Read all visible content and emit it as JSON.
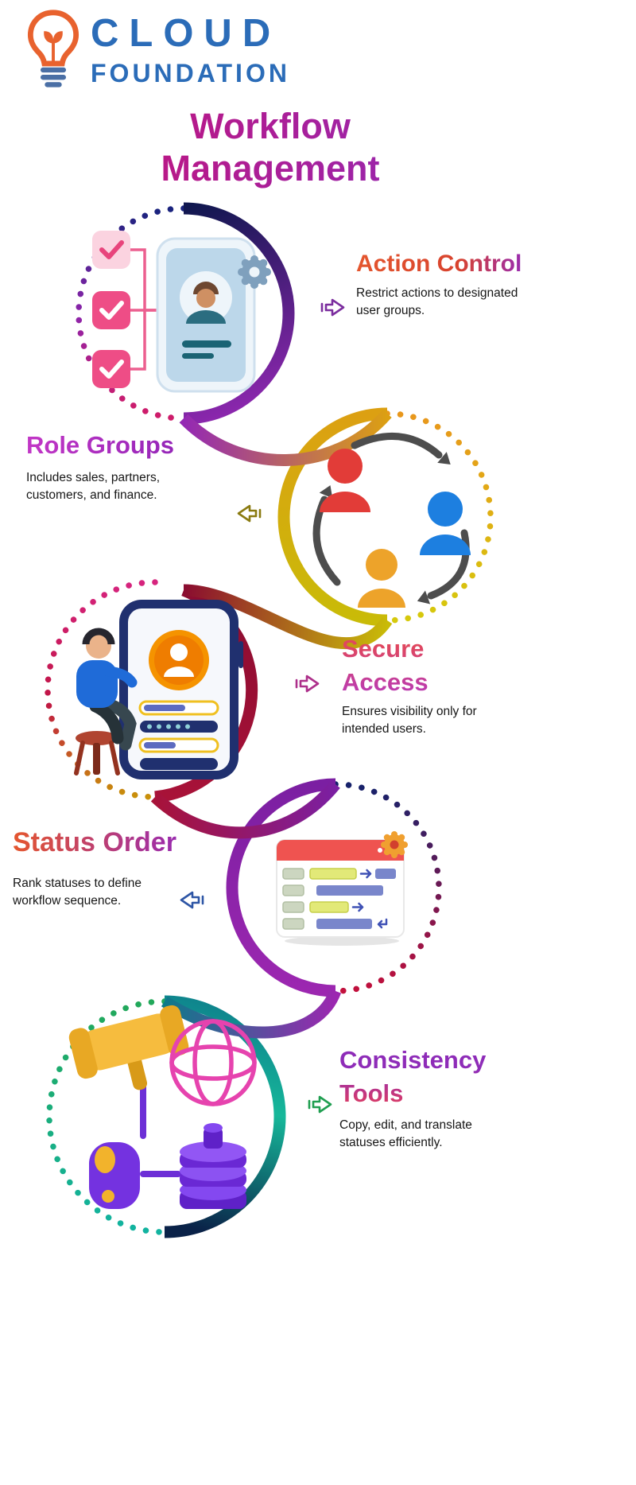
{
  "brand": {
    "line1": "CLOUD",
    "line2": "FOUNDATION",
    "icon": "lightbulb-icon",
    "text_color": "#2b6cb8",
    "icon_color": "#e8622e"
  },
  "title": {
    "line1": "Workflow",
    "line2": "Management",
    "gradient": [
      "#c0157f",
      "#8f2bb8"
    ]
  },
  "sections": [
    {
      "id": "action-control",
      "title_lines": [
        "Action Control"
      ],
      "description": "Restrict actions to designated user groups.",
      "side": "right",
      "arrow_direction": "right",
      "arrow_color": "#7b2d9e",
      "title_colors": [
        "#e4562e",
        "#9a2bae"
      ],
      "ring_colors": [
        "#1a237e",
        "#8e24aa",
        "#d81b60"
      ],
      "illustration": "checklist-profile-phone"
    },
    {
      "id": "role-groups",
      "title_lines": [
        "Role Groups"
      ],
      "description": "Includes sales, partners, customers, and finance.",
      "side": "left",
      "arrow_direction": "left",
      "arrow_color": "#8a7a10",
      "title_colors": [
        "#c236c6",
        "#9526b8"
      ],
      "ring_colors": [
        "#e8971c",
        "#d6c90c"
      ],
      "illustration": "user-cycle"
    },
    {
      "id": "secure-access",
      "title_lines": [
        "Secure",
        "Access"
      ],
      "description": "Ensures visibility only for intended users.",
      "side": "right",
      "arrow_direction": "right",
      "arrow_color": "#ad2f8a",
      "title_colors": [
        "#e0475e",
        "#bb3bb0"
      ],
      "ring_colors": [
        "#d6247e",
        "#8a0c30",
        "#c9900a"
      ],
      "illustration": "login-phone-person"
    },
    {
      "id": "status-order",
      "title_lines": [
        "Status Order"
      ],
      "description": "Rank statuses to define workflow sequence.",
      "side": "left",
      "arrow_direction": "left",
      "arrow_color": "#2d55a5",
      "title_colors": [
        "#e4562e",
        "#9a2bae"
      ],
      "ring_colors": [
        "#7b1fa2",
        "#16226b",
        "#c2103c"
      ],
      "illustration": "status-board"
    },
    {
      "id": "consistency-tools",
      "title_lines": [
        "Consistency",
        "Tools"
      ],
      "description": "Copy, edit, and translate statuses efficiently.",
      "side": "right",
      "arrow_direction": "right",
      "arrow_color": "#1f9e50",
      "title_colors": [
        "#8e2cb8",
        "#d63a6a"
      ],
      "ring_colors": [
        "#12b39b",
        "#0b2550",
        "#22a85a"
      ],
      "illustration": "gavel-globe-coins"
    }
  ]
}
